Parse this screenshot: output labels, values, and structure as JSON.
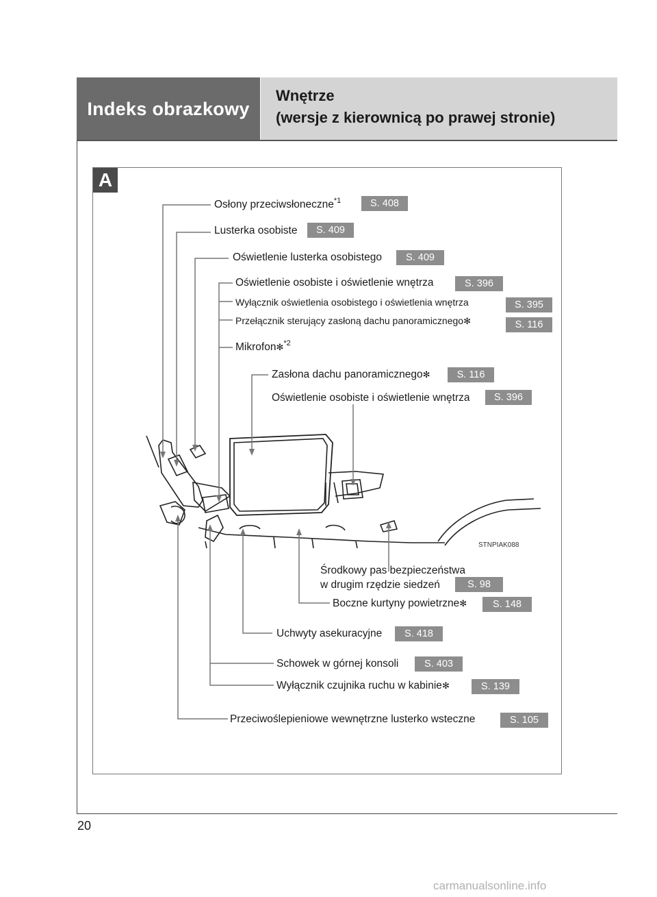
{
  "header": {
    "section": "Indeks obrazkowy",
    "title_line1": "Wnętrze",
    "title_line2": "(wersje z kierownicą po prawej stronie)"
  },
  "figure": {
    "badge": "A",
    "code": "STNPIAK088",
    "labels": [
      {
        "text": "Osłony przeciwsłoneczne",
        "mark": "*1",
        "ref": "S. 408"
      },
      {
        "text": "Lusterka osobiste",
        "ref": "S. 409"
      },
      {
        "text": "Oświetlenie lusterka osobistego",
        "ref": "S. 409"
      },
      {
        "text": "Oświetlenie osobiste i oświetlenie wnętrza",
        "ref": "S. 396"
      },
      {
        "text": "Wyłącznik oświetlenia osobistego i oświetlenia wnętrza",
        "ref": "S. 395"
      },
      {
        "text": "Przełącznik sterujący zasłoną dachu panoramicznego",
        "mark": "✻",
        "ref": "S. 116"
      },
      {
        "text": "Mikrofon",
        "mark": "✻",
        "mark2": "*2"
      },
      {
        "text": "Zasłona dachu panoramicznego",
        "mark": "✻",
        "ref": "S. 116"
      },
      {
        "text": "Oświetlenie osobiste i oświetlenie wnętrza",
        "ref": "S. 396"
      },
      {
        "text": "Środkowy pas bezpieczeństwa",
        "text2": "w drugim rzędzie siedzeń",
        "ref": "S. 98"
      },
      {
        "text": "Boczne kurtyny powietrzne",
        "mark": "✻",
        "ref": "S. 148"
      },
      {
        "text": "Uchwyty asekuracyjne",
        "ref": "S. 418"
      },
      {
        "text": "Schowek w górnej konsoli",
        "ref": "S. 403"
      },
      {
        "text": "Wyłącznik czujnika ruchu w kabinie",
        "mark": "✻",
        "ref": "S. 139"
      },
      {
        "text": "Przeciwoślepieniowe wewnętrzne lusterko wsteczne",
        "ref": "S. 105"
      }
    ]
  },
  "page_number": "20",
  "footer": "carmanualsonline.info"
}
